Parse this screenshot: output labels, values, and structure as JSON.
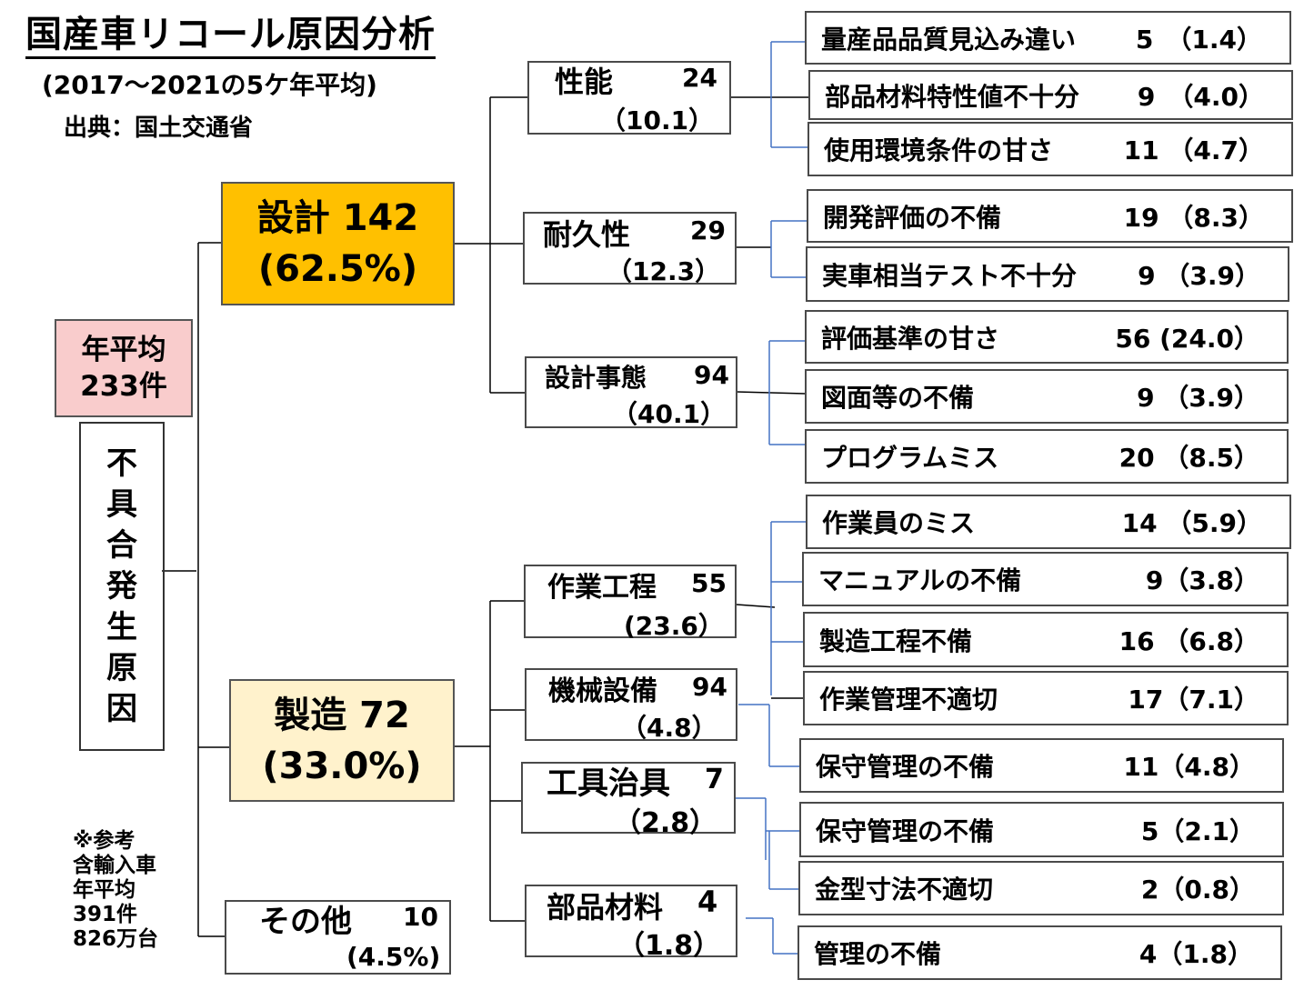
{
  "title": "国産車リコール原因分析",
  "subtitle": "(2017～2021の5ケ年平均)",
  "source": "出典：国土交通省",
  "total": {
    "line1": "年平均",
    "line2": "233件"
  },
  "root_chars": [
    "不",
    "具",
    "合",
    "発",
    "生",
    "原",
    "因"
  ],
  "categories": [
    {
      "name": "設計 142",
      "pct": "(62.5%)",
      "color": "#ffc000"
    },
    {
      "name": "製造 72",
      "pct": "(33.0%)",
      "color": "#fff2cc"
    },
    {
      "name": "その他",
      "count": "10",
      "pct": "(4.5%)"
    }
  ],
  "subs": [
    {
      "name": "性能",
      "count": "24",
      "pct": "（10.1）"
    },
    {
      "name": "耐久性",
      "count": "29",
      "pct": "（12.3）"
    },
    {
      "name": "設計事態",
      "count": "94",
      "pct": "（40.1）"
    },
    {
      "name": "作業工程",
      "count": "55",
      "pct": "(23.6）"
    },
    {
      "name": "機械設備",
      "count": "94",
      "pct": "（4.8）"
    },
    {
      "name": "工具治具",
      "count": "7",
      "pct": "（2.8）"
    },
    {
      "name": "部品材料",
      "count": "4",
      "pct": "（1.8）"
    }
  ],
  "leaves": [
    {
      "name": "量産品品質見込み違い",
      "count": "5　（1.4）"
    },
    {
      "name": "部品材料特性値不十分",
      "count": "9　（4.0）"
    },
    {
      "name": "使用環境条件の甘さ",
      "count": "11 （4.7）"
    },
    {
      "name": "開発評価の不備",
      "count": "19 （8.3）"
    },
    {
      "name": "実車相当テスト不十分",
      "count": "9 （3.9）"
    },
    {
      "name": "評価基準の甘さ",
      "count": "56 (24.0）"
    },
    {
      "name": "図面等の不備",
      "count": "9 （3.9）"
    },
    {
      "name": "プログラムミス",
      "count": "20 （8.5）"
    },
    {
      "name": "作業員のミス",
      "count": "14 （5.9）"
    },
    {
      "name": "マニュアルの不備",
      "count": "9（3.8）"
    },
    {
      "name": "製造工程不備",
      "count": "16 （6.8）"
    },
    {
      "name": "作業管理不適切",
      "count": "17（7.1）"
    },
    {
      "name": "保守管理の不備",
      "count": "11（4.8）"
    },
    {
      "name": "保守管理の不備",
      "count": "5（2.1）"
    },
    {
      "name": "金型寸法不適切",
      "count": "2（0.8）"
    },
    {
      "name": "管理の不備",
      "count": "4（1.8）"
    }
  ],
  "note": [
    "※参考",
    "含輸入車",
    "年平均",
    "391件",
    "826万台"
  ],
  "colors": {
    "line_black": "#000000",
    "line_blue": "#4472c4",
    "total_bg": "#f9cccc"
  }
}
